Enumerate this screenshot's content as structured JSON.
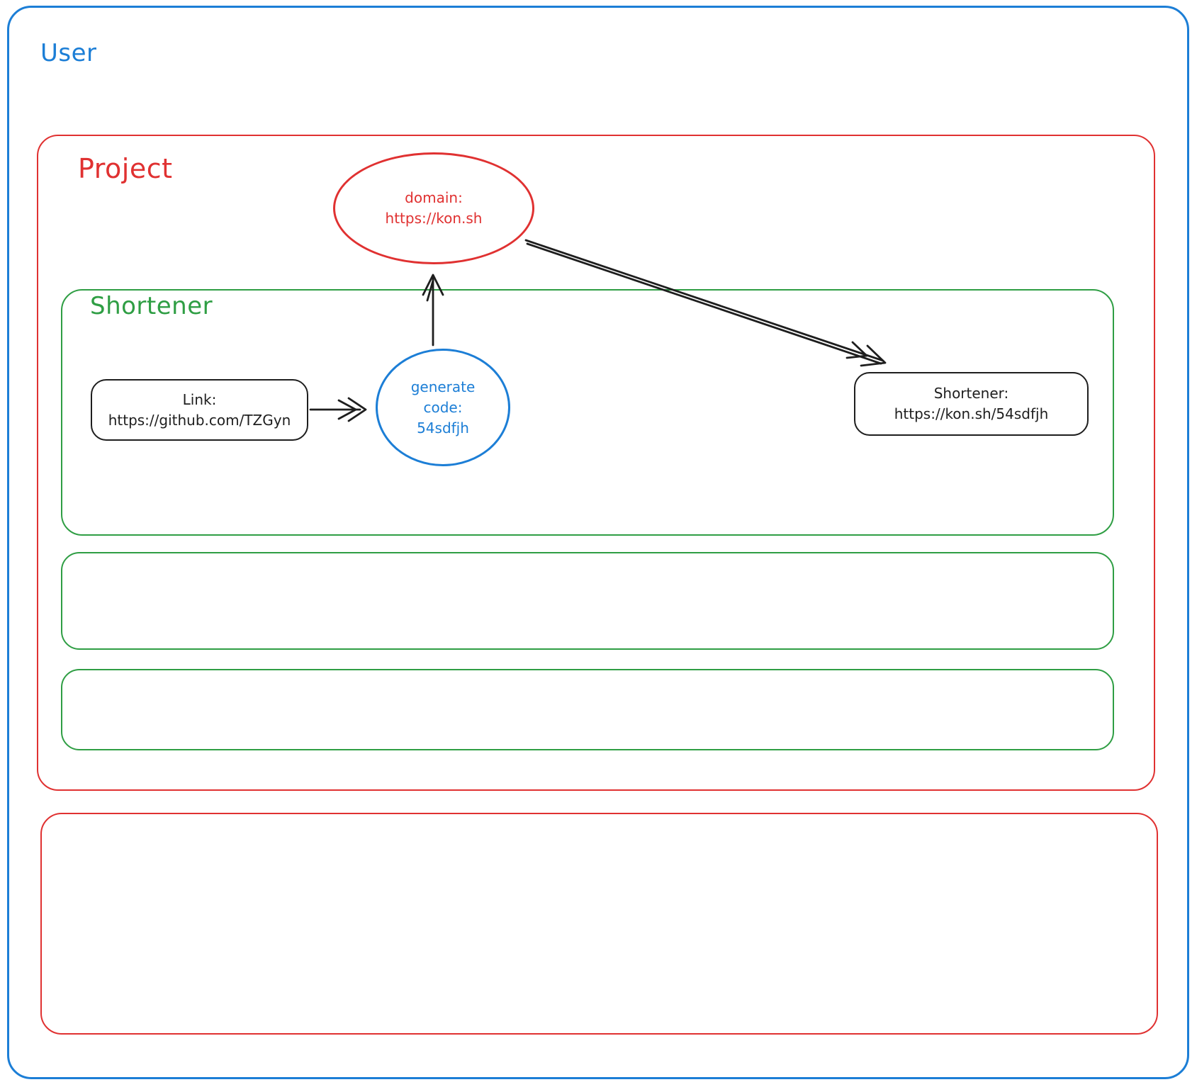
{
  "user_container": {
    "label": "User"
  },
  "project_container": {
    "label": "Project"
  },
  "shortener_container": {
    "label": "Shortener"
  },
  "domain_node": {
    "line1": "domain:",
    "line2": "https://kon.sh"
  },
  "link_node": {
    "line1": "Link:",
    "line2": "https://github.com/TZGyn"
  },
  "generate_node": {
    "line1": "generate",
    "line2": "code:",
    "line3": "54sdfjh"
  },
  "result_node": {
    "line1": "Shortener:",
    "line2": "https://kon.sh/54sdfjh"
  },
  "colors": {
    "blue": "#1c7ed6",
    "red": "#e03131",
    "green": "#2f9e44",
    "black": "#1e1e1e"
  }
}
